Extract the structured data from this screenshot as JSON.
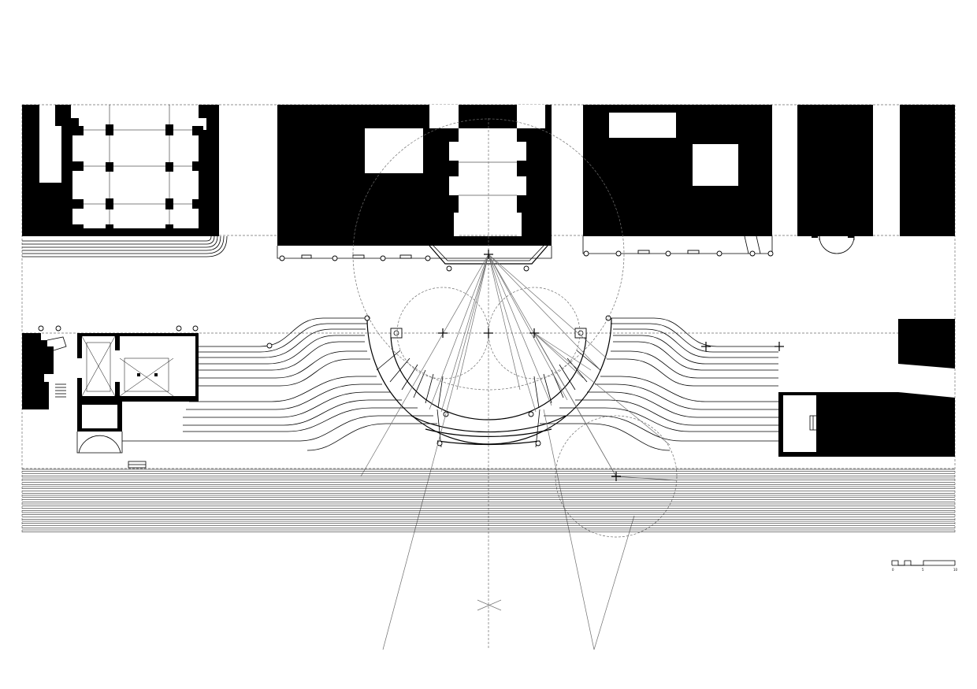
{
  "colors": {
    "ink": "#000000",
    "construction": "#6e6e6e",
    "paper": "#ffffff"
  },
  "scale_bar": {
    "labels": [
      "0",
      "5",
      "10"
    ]
  }
}
